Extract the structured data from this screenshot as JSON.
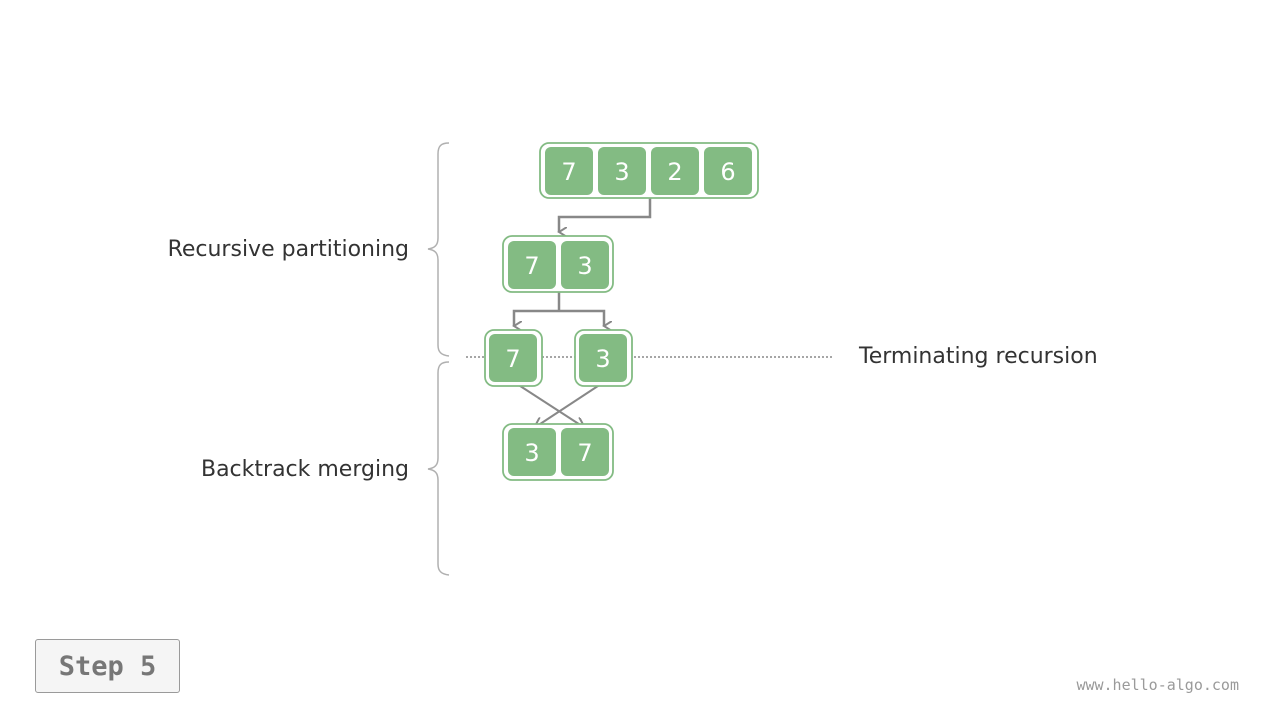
{
  "labels": {
    "partition": "Recursive partitioning",
    "merge": "Backtrack merging",
    "terminate": "Terminating recursion"
  },
  "arrays": {
    "root": [
      "7",
      "3",
      "2",
      "6"
    ],
    "left_half": [
      "7",
      "3"
    ],
    "leaf_left": [
      "7"
    ],
    "leaf_right": [
      "3"
    ],
    "merged": [
      "3",
      "7"
    ]
  },
  "step": "Step 5",
  "watermark": "www.hello-algo.com",
  "colors": {
    "cell_fill": "#83bb83",
    "frame_stroke": "#83bb83",
    "arrow": "#888888",
    "brace": "#b0b0b0",
    "text": "#333333"
  }
}
